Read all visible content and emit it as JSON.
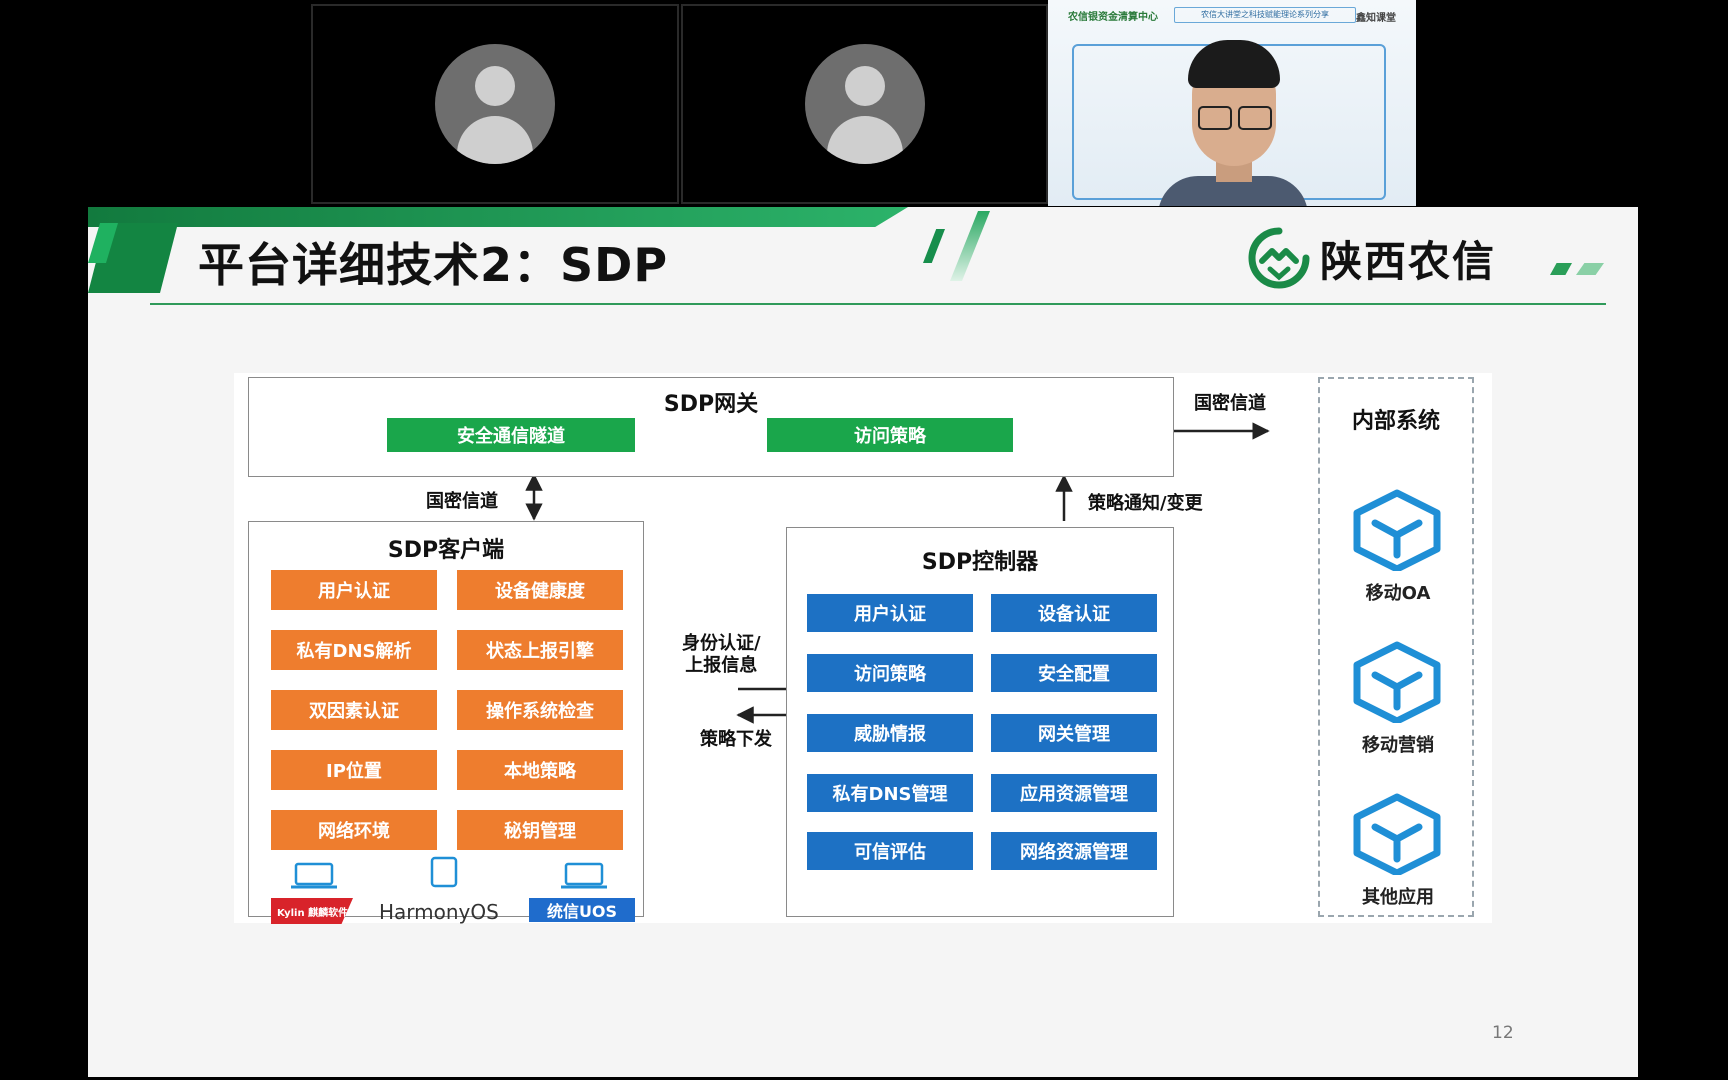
{
  "speaker": {
    "org_label": "农信银资金清算中心",
    "banner_text": "农信大讲堂之科技赋能理论系列分享",
    "brand_label": "鑫知课堂"
  },
  "slide": {
    "title": "平台详细技术2：SDP",
    "brand_name": "陕西农信",
    "page_number": "12"
  },
  "diagram": {
    "gateway": {
      "title": "SDP网关",
      "modules": [
        "安全通信隧道",
        "访问策略"
      ]
    },
    "gateway_internal_link": "国密信道",
    "gateway_client_link": "国密信道",
    "gateway_controller_link": "策略通知/变更",
    "client": {
      "title": "SDP客户端",
      "modules": [
        [
          "用户认证",
          "设备健康度"
        ],
        [
          "私有DNS解析",
          "状态上报引擎"
        ],
        [
          "双因素认证",
          "操作系统检查"
        ],
        [
          "IP位置",
          "本地策略"
        ],
        [
          "网络环境",
          "秘钥管理"
        ]
      ],
      "platforms": [
        "Kylin 麒麟软件",
        "HarmonyOS",
        "统信UOS"
      ]
    },
    "client_controller_up": "身份认证/\n上报信息",
    "client_controller_down": "策略下发",
    "controller": {
      "title": "SDP控制器",
      "modules": [
        [
          "用户认证",
          "设备认证"
        ],
        [
          "访问策略",
          "安全配置"
        ],
        [
          "威胁情报",
          "网关管理"
        ],
        [
          "私有DNS管理",
          "应用资源管理"
        ],
        [
          "可信评估",
          "网络资源管理"
        ]
      ]
    },
    "internal": {
      "title": "内部系统",
      "apps": [
        "移动OA",
        "移动营销",
        "其他应用"
      ]
    }
  },
  "colors": {
    "green": "#1aa64b",
    "orange": "#ee7d2e",
    "blue": "#1d71c4",
    "cube": "#1f8fd6"
  }
}
